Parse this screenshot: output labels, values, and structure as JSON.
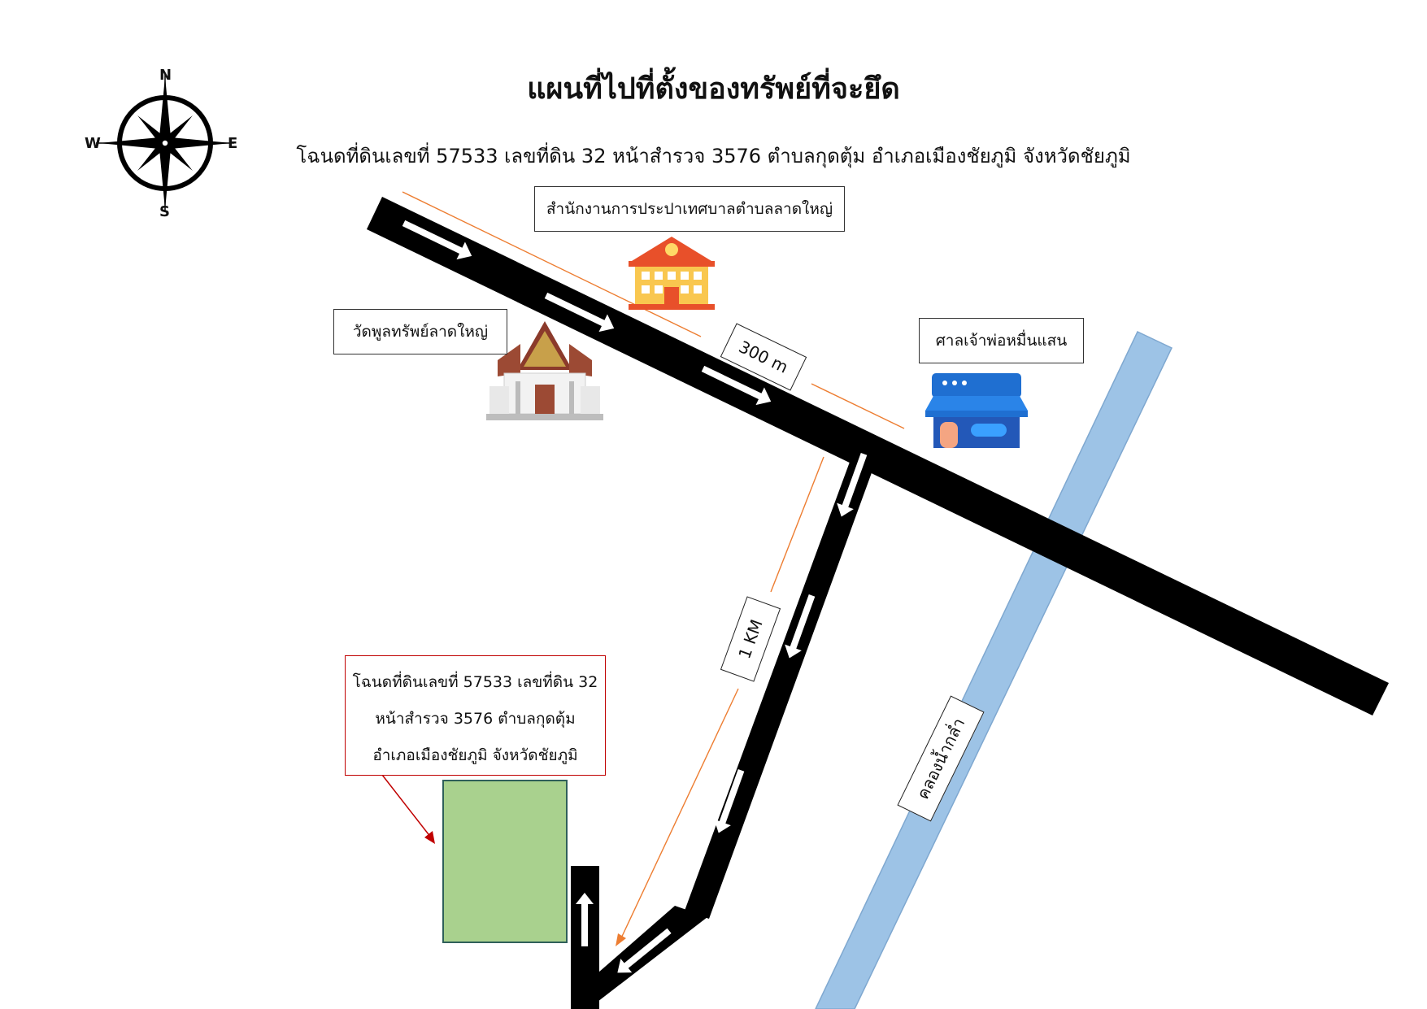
{
  "title": "แผนที่ไปที่ตั้งของทรัพย์ที่จะยึด",
  "subtitle": "โฉนดที่ดินเลขที่ 57533 เลขที่ดิน 32 หน้าสำรวจ 3576 ตำบลกุดตุ้ม อำเภอเมืองชัยภูมิ จังหวัดชัยภูมิ",
  "compass": {
    "n": "N",
    "s": "S",
    "e": "E",
    "w": "W"
  },
  "landmarks": {
    "office": "สำนักงานการประปาเทศบาลตำบลลาดใหญ่",
    "temple": "วัดพูลทรัพย์ลาดใหญ่",
    "shrine": "ศาลเจ้าพ่อหมื่นแสน"
  },
  "distances": {
    "main_road": "300 m",
    "branch_road": "1 KM"
  },
  "canal": "คลองน้ำกล่ำ",
  "deed": {
    "line1": "โฉนดที่ดินเลขที่ 57533 เลขที่ดิน 32",
    "line2": "หน้าสำรวจ 3576 ตำบลกุดตุ้ม",
    "line3": "อำเภอเมืองชัยภูมิ จังหวัดชัยภูมิ"
  },
  "colors": {
    "road": "#000000",
    "canal": "#9dc3e6",
    "land_plot": "#a9d18e",
    "distance_line": "#ed7d31",
    "deed_border": "#c00000"
  },
  "icons": [
    "compass-rose-icon",
    "office-building-icon",
    "temple-icon",
    "shrine-icon"
  ]
}
